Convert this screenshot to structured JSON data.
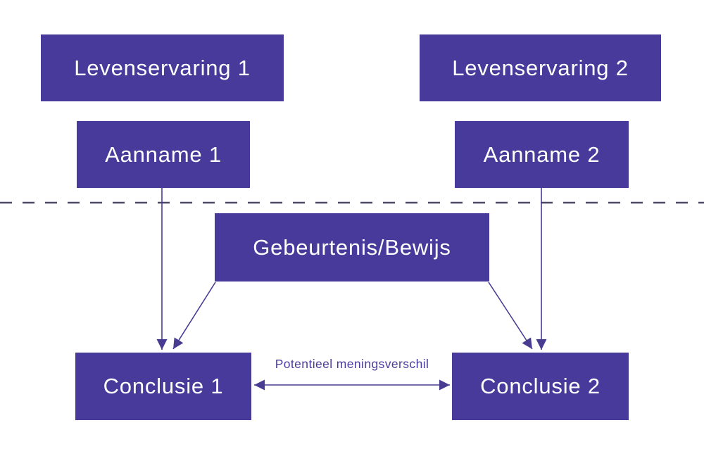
{
  "colors": {
    "box-fill": "#483A9B",
    "box-text": "#FFFFFF",
    "arrow": "#473C92",
    "dashed": "#4B4963",
    "label": "#4A3C9C",
    "background": "#FFFFFF"
  },
  "nodes": {
    "levenservaring_1": "Levenservaring 1",
    "levenservaring_2": "Levenservaring 2",
    "aanname_1": "Aanname 1",
    "aanname_2": "Aanname 2",
    "gebeurtenis_bewijs": "Gebeurtenis/Bewijs",
    "conclusie_1": "Conclusie 1",
    "conclusie_2": "Conclusie 2"
  },
  "edges": {
    "disagreement_label": "Potentieel meningsverschil"
  }
}
